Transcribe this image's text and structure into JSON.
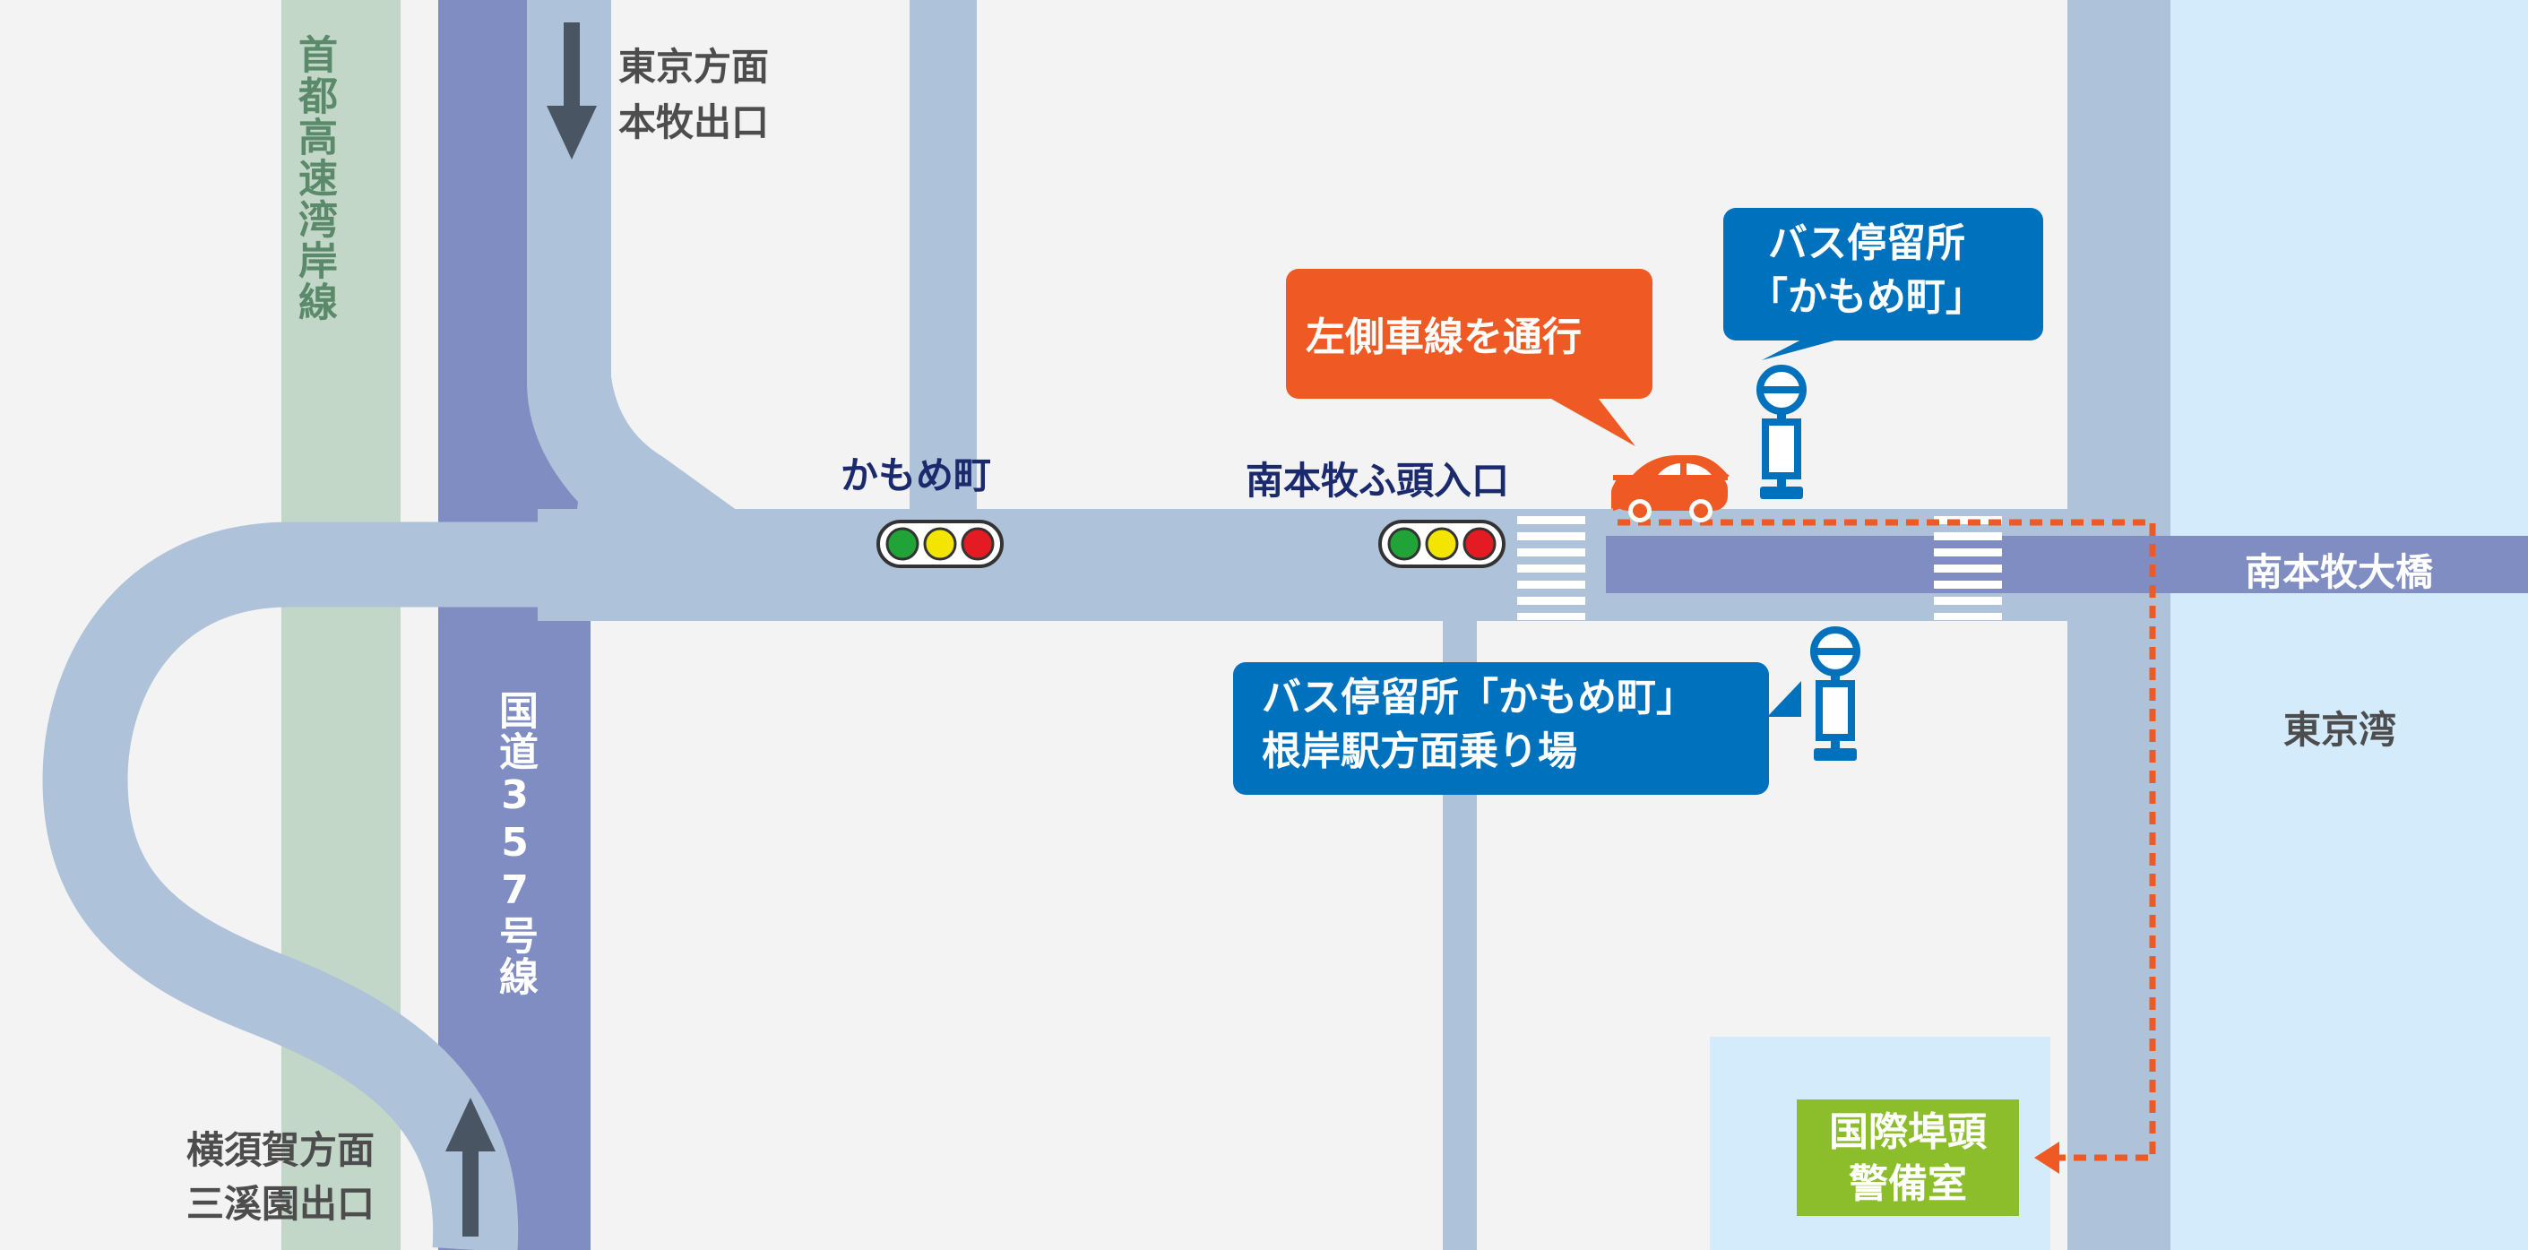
{
  "colors": {
    "background": "#f3f3f3",
    "road": "#aec2d9",
    "highway_national": "#808dc3",
    "expressway": "#c3d7c9",
    "bay_water": "#d3ebfb",
    "building_area": "#d3ebfb",
    "accent_orange": "#ef5a24",
    "callout_blue": "#0071bc",
    "label_navy": "#1a2a6c",
    "label_gray": "#4d4d4d",
    "arrow_dark": "#4a5563",
    "guard_green": "#8cbe2b"
  },
  "roads": {
    "expressway_label": "首都高速湾岸線",
    "route357_label": "国道357号線",
    "bridge_label": "南本牧大橋",
    "bay_label": "東京湾"
  },
  "directions": {
    "tokyo": [
      "東京方面",
      "本牧出口"
    ],
    "yokosuka": [
      "横須賀方面",
      "三溪園出口"
    ]
  },
  "intersections": {
    "kamome_label": "かもめ町",
    "minamihonmoku_label": "南本牧ふ頭入口"
  },
  "callouts": {
    "left_lane": "左側車線を通行",
    "bus_stop_north": [
      "バス停留所",
      "「かもめ町」"
    ],
    "bus_stop_south": [
      "バス停留所「かもめ町」",
      "根岸駅方面乗り場"
    ]
  },
  "destination": {
    "lines": [
      "国際埠頭",
      "警備室"
    ]
  },
  "icons": {
    "car": "car-icon",
    "bus_stop": "bus-stop-icon",
    "traffic_light": "traffic-light-icon",
    "crosswalk": "crosswalk-icon",
    "arrow_down": "arrow-down-icon",
    "arrow_up": "arrow-up-icon",
    "route_arrow": "route-arrowhead-icon"
  }
}
